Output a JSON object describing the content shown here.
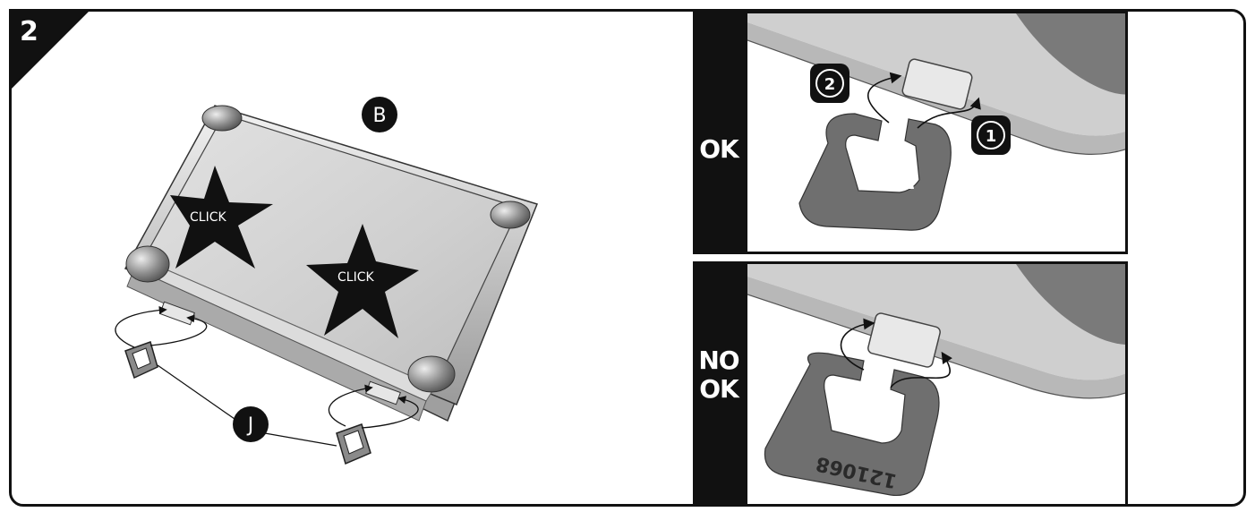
{
  "step": {
    "number": "2"
  },
  "left_scene": {
    "label_b": "B",
    "label_j": "J",
    "click_1": "CLICK",
    "click_2": "CLICK"
  },
  "ok_panel": {
    "tab_label": "OK",
    "callout_1": "1",
    "callout_2": "2"
  },
  "nok_panel": {
    "tab_line_1": "NO",
    "tab_line_2": "OK",
    "part_number": "121068"
  },
  "colors": {
    "ink": "#111111",
    "case_light": "#d8d8d8",
    "case_mid": "#b5b5b5",
    "case_dark": "#8c8c8c",
    "clip_grey": "#6f6f6f"
  }
}
